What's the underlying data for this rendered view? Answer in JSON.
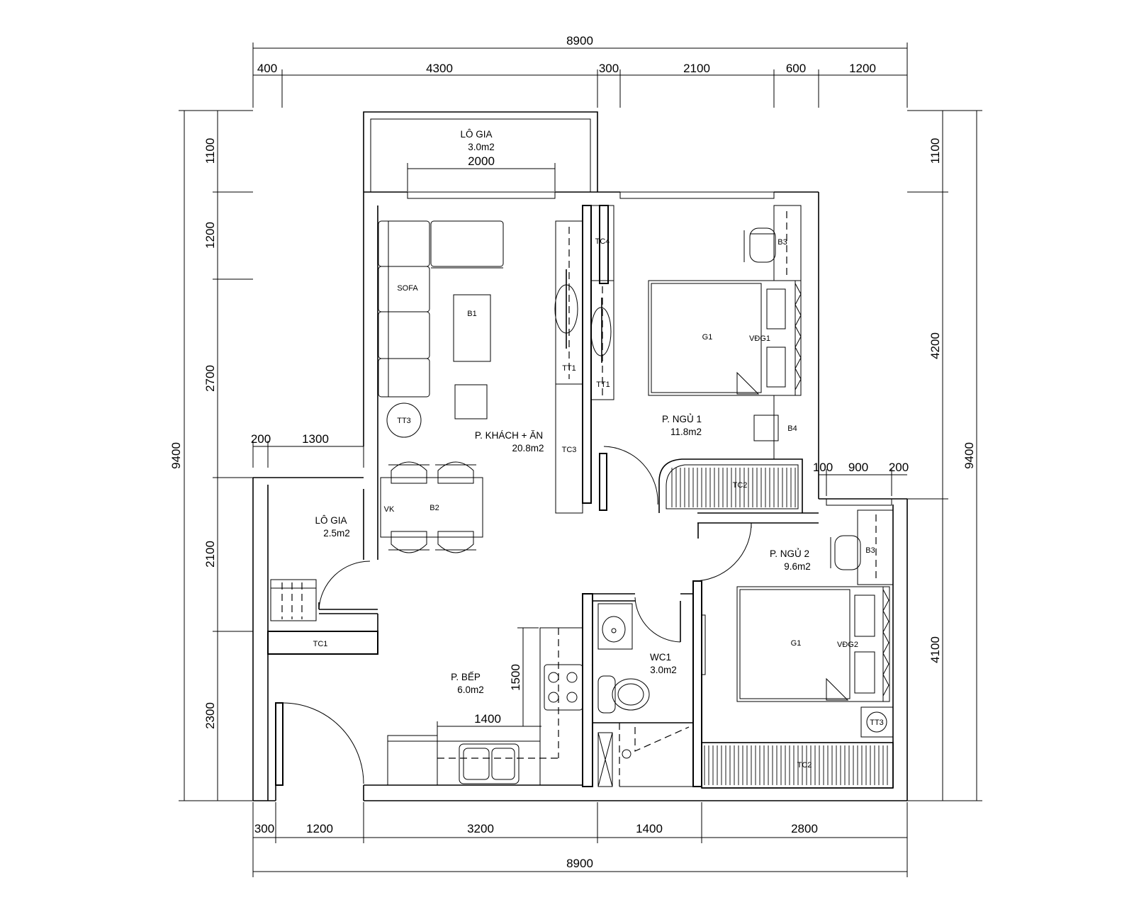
{
  "dimensions": {
    "top_total": "8900",
    "top_segments": [
      "400",
      "4300",
      "300",
      "2100",
      "600",
      "1200"
    ],
    "bottom_segments": [
      "300",
      "1200",
      "3200",
      "1400",
      "2800"
    ],
    "bottom_total": "8900",
    "left_total": "9400",
    "left_segments": [
      "1100",
      "1200",
      "2700",
      "2100",
      "2300"
    ],
    "right_total": "9400",
    "right_segments": [
      "1100",
      "4200",
      "4100"
    ],
    "logia_left_200": "200",
    "logia_left_1300": "1300",
    "right_100": "100",
    "right_900": "900",
    "right_200": "200",
    "window_2000": "2000",
    "kitchen_1500": "1500",
    "kitchen_1400": "1400"
  },
  "rooms": {
    "logia_top_name": "LÔ GIA",
    "logia_top_area": "3.0m2",
    "logia_left_name": "LÔ GIA",
    "logia_left_area": "2.5m2",
    "living_name": "P. KHÁCH + ĂN",
    "living_area": "20.8m2",
    "bed1_name": "P. NGỦ 1",
    "bed1_area": "11.8m2",
    "bed2_name": "P. NGỦ 2",
    "bed2_area": "9.6m2",
    "kitchen_name": "P. BẾP",
    "kitchen_area": "6.0m2",
    "wc_name": "WC1",
    "wc_area": "3.0m2"
  },
  "furniture": {
    "sofa": "SOFA",
    "b1": "B1",
    "b2": "B2",
    "vk": "VK",
    "tt3": "TT3",
    "tt3_b": "TT3",
    "tt1_a": "TT1",
    "tt1_b": "TT1",
    "tc3": "TC3",
    "tc4": "TC4",
    "tc1": "TC1",
    "tc2_a": "TC2",
    "tc2_b": "TC2",
    "b3_a": "B3",
    "b3_b": "B3",
    "b4": "B4",
    "g1_a": "G1",
    "g1_b": "G1",
    "vdg1": "VĐG1",
    "vdg2": "VĐG2"
  }
}
